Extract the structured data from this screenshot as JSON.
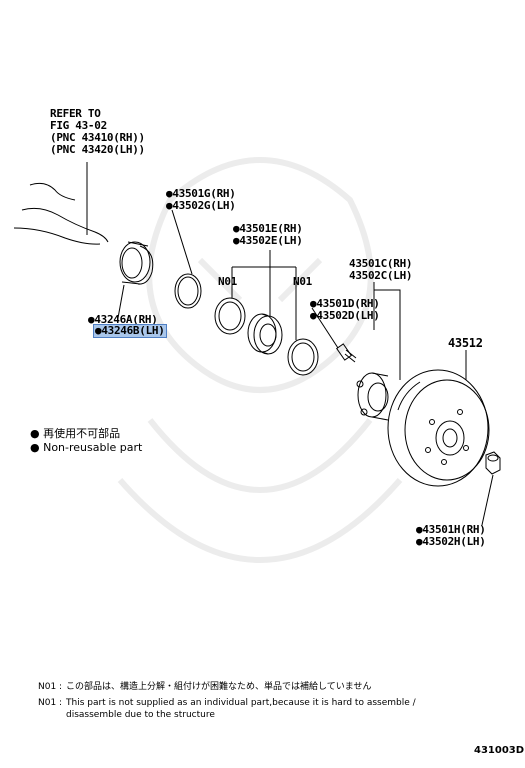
{
  "refer": {
    "line1": "REFER TO",
    "line2": "FIG 43-02",
    "line3": "(PNC 43410(RH))",
    "line4": "(PNC 43420(LH))"
  },
  "parts": {
    "p43501G": "●43501G(RH)",
    "p43502G": "●43502G(LH)",
    "p43501E": "●43501E(RH)",
    "p43502E": "●43502E(LH)",
    "n01_left": "N01",
    "n01_right": "N01",
    "p43501C": "43501C(RH)",
    "p43502C": "43502C(LH)",
    "p43501D": "●43501D(RH)",
    "p43502D": "●43502D(LH)",
    "p43246A": "●43246A(RH)",
    "p43246B": "●43246B(LH)",
    "p43512": "43512",
    "p43501H": "●43501H(RH)",
    "p43502H": "●43502H(LH)"
  },
  "legend": {
    "jp": "● 再使用不可部品",
    "en": "● Non-reusable part"
  },
  "notes": {
    "jp_key": "N01 :",
    "jp_text": "この部品は、構造上分解・組付けが困難なため、単品では補給していません",
    "en_key": "N01 :",
    "en_text1": "This part is not supplied as an individual part,because it is hard to assemble /",
    "en_text2": "disassemble due to the structure"
  },
  "diagram_code": "431003D",
  "colors": {
    "highlight": "#a9c6ea",
    "watermark": "#e8e8e8"
  }
}
